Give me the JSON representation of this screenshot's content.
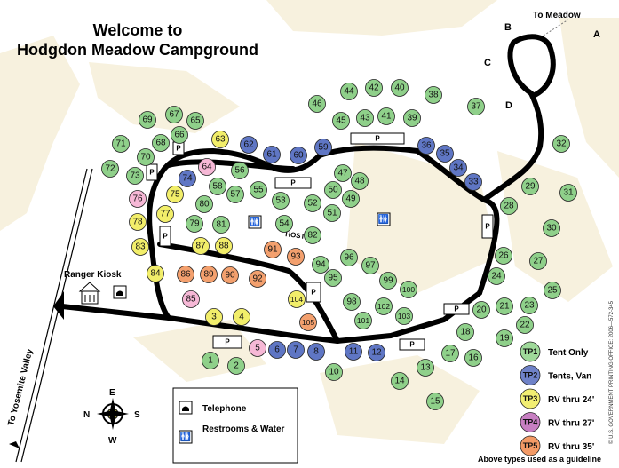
{
  "title_line1": "Welcome to",
  "title_line2": "Hodgdon Meadow Campground",
  "labels": {
    "to_meadow": "To Meadow",
    "to_yosemite": "To Yosemite Valley",
    "ranger_kiosk": "Ranger Kiosk",
    "host": "HOST",
    "road_a": "A",
    "road_b": "B",
    "road_c": "C",
    "road_d": "D",
    "parking": "P"
  },
  "compass": {
    "n": "N",
    "e": "E",
    "s": "S",
    "w": "W"
  },
  "facilities_legend": [
    {
      "icon": "telephone-icon",
      "label": "Telephone"
    },
    {
      "icon": "restroom-icon",
      "label": "Restrooms & Water"
    }
  ],
  "site_types": [
    {
      "code": "TP1",
      "label": "Tent Only",
      "color": "#9fd99a"
    },
    {
      "code": "TP2",
      "label": "Tents, Van",
      "color": "#6f82c8"
    },
    {
      "code": "TP3",
      "label": "RV thru 24'",
      "color": "#f2ee72"
    },
    {
      "code": "TP4",
      "label": "RV thru 27'",
      "color": "#c77fc2"
    },
    {
      "code": "TP5",
      "label": "RV thru 35'",
      "color": "#f39a66"
    }
  ],
  "legend_footnote": "Above types used as a guideline",
  "credit": "© U.S. GOVERNMENT PRINTING OFFICE: 2006—572-345",
  "colors": {
    "TP1": "#8fd08a",
    "TP2": "#5f76c4",
    "TP3": "#f2ee6a",
    "TP4": "#f6b8d6",
    "TP5": "#f3a06e",
    "road": "#000000",
    "tint": "#f7f1de"
  },
  "sites": [
    {
      "n": "1",
      "t": "TP1"
    },
    {
      "n": "2",
      "t": "TP1"
    },
    {
      "n": "3",
      "t": "TP3"
    },
    {
      "n": "4",
      "t": "TP3"
    },
    {
      "n": "5",
      "t": "TP4"
    },
    {
      "n": "6",
      "t": "TP2"
    },
    {
      "n": "7",
      "t": "TP2"
    },
    {
      "n": "8",
      "t": "TP2"
    },
    {
      "n": "10",
      "t": "TP1"
    },
    {
      "n": "11",
      "t": "TP2"
    },
    {
      "n": "12",
      "t": "TP2"
    },
    {
      "n": "13",
      "t": "TP1"
    },
    {
      "n": "14",
      "t": "TP1"
    },
    {
      "n": "15",
      "t": "TP1"
    },
    {
      "n": "16",
      "t": "TP1"
    },
    {
      "n": "17",
      "t": "TP1"
    },
    {
      "n": "18",
      "t": "TP1"
    },
    {
      "n": "19",
      "t": "TP1"
    },
    {
      "n": "20",
      "t": "TP1"
    },
    {
      "n": "21",
      "t": "TP1"
    },
    {
      "n": "22",
      "t": "TP1"
    },
    {
      "n": "23",
      "t": "TP1"
    },
    {
      "n": "24",
      "t": "TP1"
    },
    {
      "n": "25",
      "t": "TP1"
    },
    {
      "n": "26",
      "t": "TP1"
    },
    {
      "n": "27",
      "t": "TP1"
    },
    {
      "n": "28",
      "t": "TP1"
    },
    {
      "n": "29",
      "t": "TP1"
    },
    {
      "n": "30",
      "t": "TP1"
    },
    {
      "n": "31",
      "t": "TP1"
    },
    {
      "n": "32",
      "t": "TP1"
    },
    {
      "n": "33",
      "t": "TP2"
    },
    {
      "n": "34",
      "t": "TP2"
    },
    {
      "n": "35",
      "t": "TP2"
    },
    {
      "n": "36",
      "t": "TP2"
    },
    {
      "n": "37",
      "t": "TP1"
    },
    {
      "n": "38",
      "t": "TP1"
    },
    {
      "n": "39",
      "t": "TP1"
    },
    {
      "n": "40",
      "t": "TP1"
    },
    {
      "n": "41",
      "t": "TP1"
    },
    {
      "n": "42",
      "t": "TP1"
    },
    {
      "n": "43",
      "t": "TP1"
    },
    {
      "n": "44",
      "t": "TP1"
    },
    {
      "n": "45",
      "t": "TP1"
    },
    {
      "n": "46",
      "t": "TP1"
    },
    {
      "n": "47",
      "t": "TP1"
    },
    {
      "n": "48",
      "t": "TP1"
    },
    {
      "n": "49",
      "t": "TP1"
    },
    {
      "n": "50",
      "t": "TP1"
    },
    {
      "n": "51",
      "t": "TP1"
    },
    {
      "n": "52",
      "t": "TP1"
    },
    {
      "n": "53",
      "t": "TP1"
    },
    {
      "n": "54",
      "t": "TP1"
    },
    {
      "n": "55",
      "t": "TP1"
    },
    {
      "n": "56",
      "t": "TP1"
    },
    {
      "n": "57",
      "t": "TP1"
    },
    {
      "n": "58",
      "t": "TP1"
    },
    {
      "n": "59",
      "t": "TP2"
    },
    {
      "n": "60",
      "t": "TP2"
    },
    {
      "n": "61",
      "t": "TP2"
    },
    {
      "n": "62",
      "t": "TP2"
    },
    {
      "n": "63",
      "t": "TP3"
    },
    {
      "n": "64",
      "t": "TP4"
    },
    {
      "n": "65",
      "t": "TP1"
    },
    {
      "n": "66",
      "t": "TP1"
    },
    {
      "n": "67",
      "t": "TP1"
    },
    {
      "n": "68",
      "t": "TP1"
    },
    {
      "n": "69",
      "t": "TP1"
    },
    {
      "n": "70",
      "t": "TP1"
    },
    {
      "n": "71",
      "t": "TP1"
    },
    {
      "n": "72",
      "t": "TP1"
    },
    {
      "n": "73",
      "t": "TP1"
    },
    {
      "n": "74",
      "t": "TP2"
    },
    {
      "n": "75",
      "t": "TP3"
    },
    {
      "n": "76",
      "t": "TP4"
    },
    {
      "n": "77",
      "t": "TP3"
    },
    {
      "n": "78",
      "t": "TP3"
    },
    {
      "n": "79",
      "t": "TP1"
    },
    {
      "n": "80",
      "t": "TP1"
    },
    {
      "n": "81",
      "t": "TP1"
    },
    {
      "n": "82",
      "t": "TP1"
    },
    {
      "n": "83",
      "t": "TP3"
    },
    {
      "n": "84",
      "t": "TP3"
    },
    {
      "n": "85",
      "t": "TP4"
    },
    {
      "n": "86",
      "t": "TP5"
    },
    {
      "n": "87",
      "t": "TP3"
    },
    {
      "n": "88",
      "t": "TP3"
    },
    {
      "n": "89",
      "t": "TP5"
    },
    {
      "n": "90",
      "t": "TP5"
    },
    {
      "n": "91",
      "t": "TP5"
    },
    {
      "n": "92",
      "t": "TP5"
    },
    {
      "n": "93",
      "t": "TP5"
    },
    {
      "n": "94",
      "t": "TP1"
    },
    {
      "n": "95",
      "t": "TP1"
    },
    {
      "n": "96",
      "t": "TP1"
    },
    {
      "n": "97",
      "t": "TP1"
    },
    {
      "n": "98",
      "t": "TP1"
    },
    {
      "n": "99",
      "t": "TP1"
    },
    {
      "n": "100",
      "t": "TP1"
    },
    {
      "n": "101",
      "t": "TP1"
    },
    {
      "n": "102",
      "t": "TP1"
    },
    {
      "n": "103",
      "t": "TP1"
    },
    {
      "n": "104",
      "t": "TP3"
    },
    {
      "n": "105",
      "t": "TP5"
    }
  ]
}
